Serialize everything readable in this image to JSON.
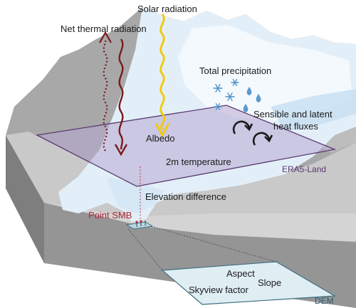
{
  "labels": {
    "solar_radiation": "Solar radiation",
    "net_thermal_radiation": "Net thermal radiation",
    "total_precipitation": "Total precipitation",
    "sensible_latent_line1": "Sensible and latent",
    "sensible_latent_line2": "heat fluxes",
    "albedo": "Albedo",
    "temperature_2m": "2m temperature",
    "era5_land": "ERA5-Land",
    "elevation_difference": "Elevation difference",
    "point_smb": "Point SMB",
    "aspect": "Aspect",
    "slope": "Slope",
    "skyview_factor": "Skyview factor",
    "dem": "DEM"
  },
  "colors": {
    "terrain_light": "#d6d6d6",
    "terrain_mid": "#a9a9a9",
    "terrain_dark": "#7e7e7e",
    "glacier": "#e3eff8",
    "glacier_bright": "#f4f9fd",
    "glacier_mid": "#c5dff1",
    "era5_plane": "#b7a8cf",
    "era5_border": "#5a3b72",
    "solar_arrow": "#f3c910",
    "thermal_arrow": "#7b1a1a",
    "precip_snow": "#4a8fc9",
    "precip_drop": "#5b9bd0",
    "point_smb_text": "#b0283a",
    "dem_plane": "#dfeef3",
    "dem_border": "#3f6f80",
    "dem_text": "#2e5f78",
    "elevation_line": "#c24b6b"
  },
  "icons": [
    "snowflake-icon",
    "raindrop-icon",
    "rotation-arrow-icon",
    "wavy-arrow-icon",
    "flag-marker-icon"
  ]
}
